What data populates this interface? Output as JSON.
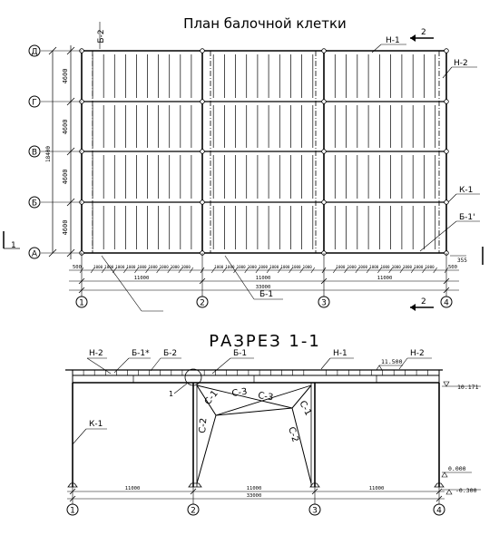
{
  "plan": {
    "title": "План балочной клетки",
    "axis_rows": [
      "Д",
      "Г",
      "В",
      "Б",
      "А"
    ],
    "axis_cols": [
      "1",
      "2",
      "3",
      "4"
    ],
    "row_dims": [
      "4600",
      "4600",
      "4600",
      "4600"
    ],
    "total_height_dim": "18400",
    "bay_dims": [
      "11000",
      "11000",
      "11000"
    ],
    "overall_dim": "33000",
    "edge_dim": "500",
    "dim_355": "355",
    "beam_spacing_repeat": "1000",
    "labels": {
      "b2_vertical": "Б-2",
      "h1": "Н-1",
      "h2": "Н-2",
      "k1": "К-1",
      "b1_prime": "Б-1'",
      "b1": "Б-1",
      "section_mark": "1",
      "cut_mark": "2"
    }
  },
  "section": {
    "title": "РАЗРЕЗ 1-1",
    "labels": {
      "h2_left": "Н-2",
      "b1_star": "Б-1*",
      "b2": "Б-2",
      "b1": "Б-1",
      "h1": "Н-1",
      "h2_right": "Н-2",
      "k1": "К-1",
      "node": "1",
      "c1_left": "С-1",
      "c3_left": "С-3",
      "c3_right": "С-3",
      "c1_right": "С-1",
      "c2_left": "С-2",
      "c2_right": "С-2"
    },
    "elevations": {
      "top": "11.500",
      "beam": "10.171",
      "floor": "0.000",
      "base": "-0.300"
    },
    "bay_dims": [
      "11000",
      "11000",
      "11000"
    ],
    "overall_dim": "33000",
    "axis_cols": [
      "1",
      "2",
      "3",
      "4"
    ]
  }
}
